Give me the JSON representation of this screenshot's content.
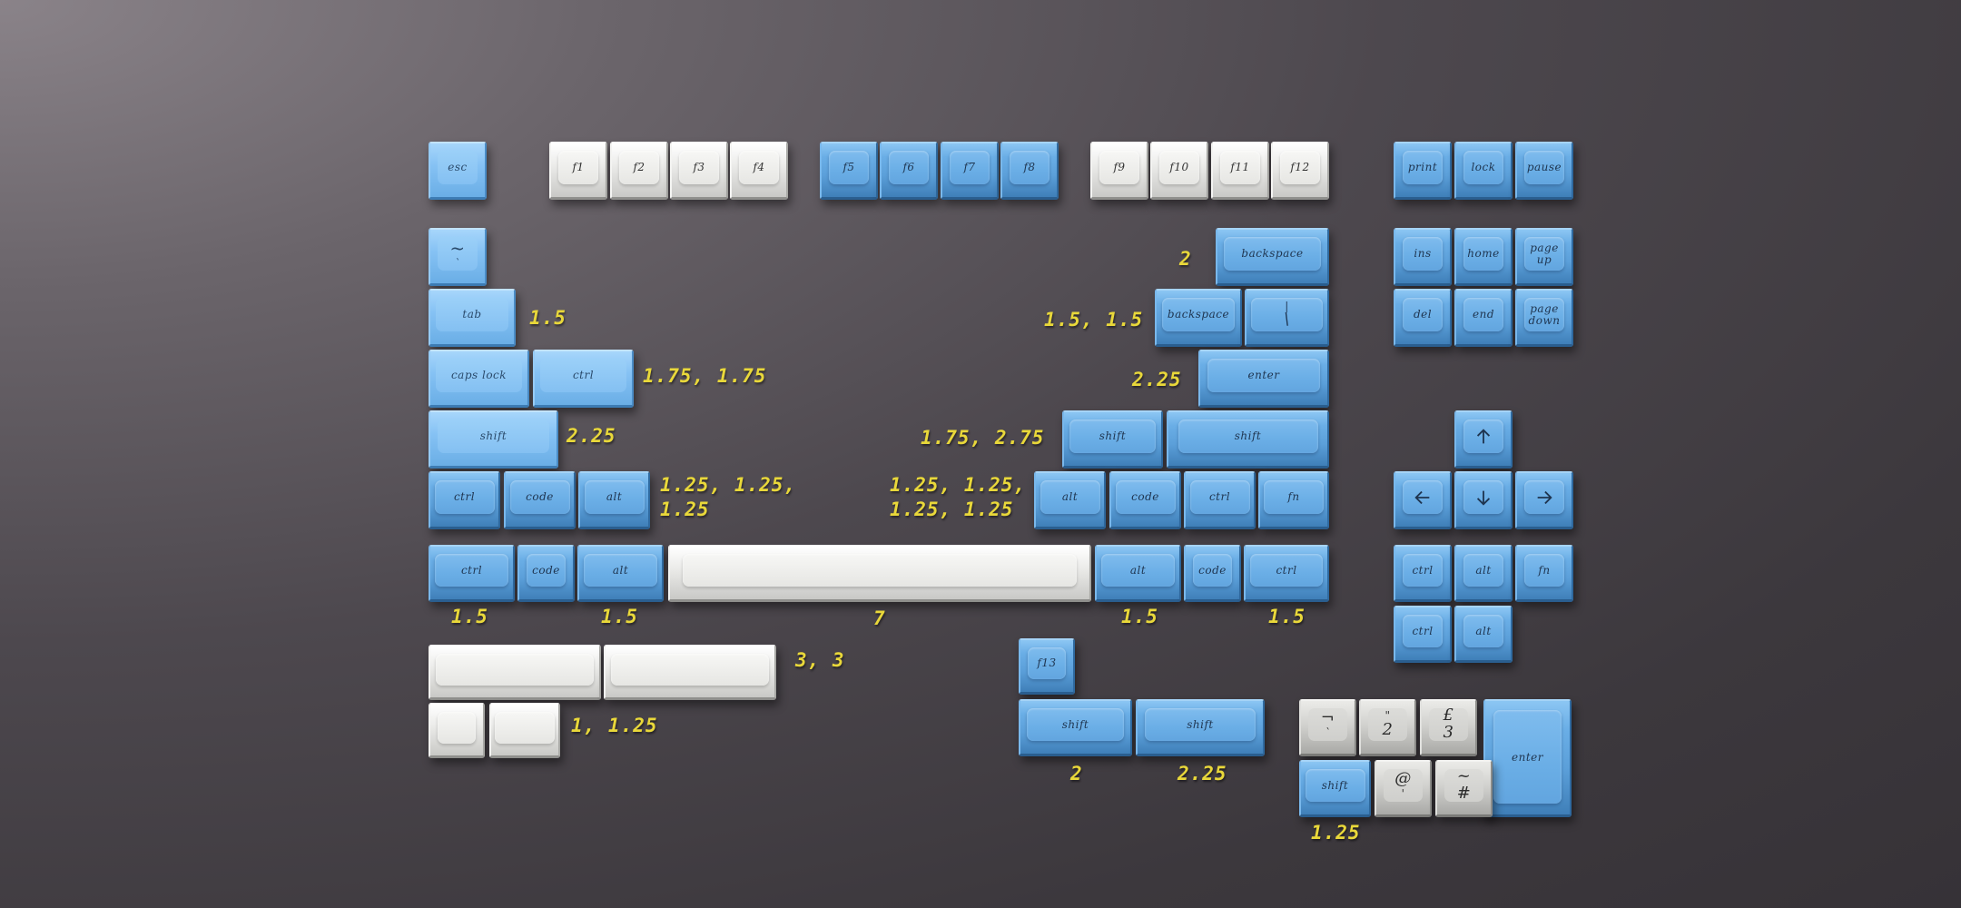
{
  "title": "Keycap set layout with unit sizes",
  "colors": {
    "blue": "#5b9fd9",
    "light_blue": "#86c2f4",
    "white": "#ececea",
    "grey": "#d2d2cf",
    "label_yellow": "#e9d83a",
    "background": "#3c383d"
  },
  "function_row": {
    "esc": "esc",
    "f_keys": [
      "f1",
      "f2",
      "f3",
      "f4",
      "f5",
      "f6",
      "f7",
      "f8",
      "f9",
      "f10",
      "f11",
      "f12"
    ]
  },
  "nav_cluster": {
    "top": [
      "print",
      "lock",
      "pause"
    ],
    "row1": [
      "ins",
      "home",
      "page\nup"
    ],
    "row2": [
      "del",
      "end",
      "page\ndown"
    ]
  },
  "left_mods": {
    "tilde_top": "~",
    "tilde_bottom": "`",
    "tab": "tab",
    "caps_lock": "caps lock",
    "ctrl": "ctrl",
    "shift": "shift",
    "row_ctrl": "ctrl",
    "row_code": "code",
    "row_alt": "alt"
  },
  "right_mods": {
    "backspace_2u": "backspace",
    "backspace_15u": "backspace",
    "pipe_top": "|",
    "pipe_bottom": "\\",
    "enter": "enter",
    "shift_175": "shift",
    "shift_275": "shift",
    "alt": "alt",
    "code": "code",
    "ctrl": "ctrl",
    "fn": "fn"
  },
  "bottom_row": {
    "ctrl_l": "ctrl",
    "code_l": "code",
    "alt_l": "alt",
    "space": "",
    "alt_r": "alt",
    "code_r": "code",
    "ctrl_r": "ctrl"
  },
  "arrows": {
    "up": "arrow-up",
    "left": "arrow-left",
    "down": "arrow-down",
    "right": "arrow-right"
  },
  "arrow_mods": {
    "row1": [
      "ctrl",
      "alt",
      "fn"
    ],
    "row2": [
      "ctrl",
      "alt"
    ]
  },
  "extras": {
    "f13": "f13",
    "shift_2": "shift",
    "shift_225": "shift"
  },
  "iso": {
    "not_top": "¬",
    "not_bottom": "`",
    "two_top": "\"",
    "two_bottom": "2",
    "three_top": "£",
    "three_bottom": "3",
    "shift": "shift",
    "at_top": "@",
    "at_bottom": "'",
    "hash_top": "~",
    "hash_bottom": "#",
    "enter": "enter"
  },
  "size_labels": {
    "tab": "1.5",
    "caps_ctrl": "1.75, 1.75",
    "lshift": "2.25",
    "left_mods": "1.25, 1.25,\n1.25",
    "backspace": "2",
    "split_backspace": "1.5, 1.5",
    "enter": "2.25",
    "rshift": "1.75, 2.75",
    "right_mods": "1.25, 1.25,\n1.25, 1.25",
    "bottom_ctrl_l": "1.5",
    "bottom_alt_l": "1.5",
    "space": "7",
    "bottom_alt_r": "1.5",
    "bottom_ctrl_r": "1.5",
    "spaces_3u": "3, 3",
    "blanks": "1, 1.25",
    "shift_2": "2",
    "shift_225": "2.25",
    "iso_shift": "1.25"
  }
}
